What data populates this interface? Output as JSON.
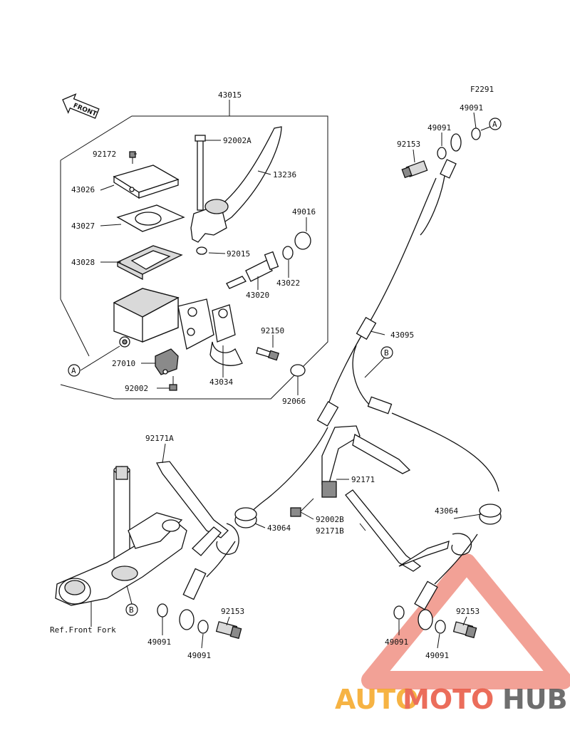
{
  "diagram": {
    "code": "F2291",
    "front_label": "FRONT",
    "callouts": {
      "c43015": "43015",
      "c92172": "92172",
      "c92002A": "92002A",
      "c13236": "13236",
      "c43026": "43026",
      "c43027": "43027",
      "c49016": "49016",
      "c43028": "43028",
      "c92015": "92015",
      "c43022": "43022",
      "c43020": "43020",
      "c92150": "92150",
      "c27010": "27010",
      "c43034": "43034",
      "c92002": "92002",
      "c92066": "92066",
      "c49091_tr": "49091",
      "c49091_t": "49091",
      "c92153_t": "92153",
      "c43095": "43095",
      "c92171A": "92171A",
      "c92171": "92171",
      "c43064_l": "43064",
      "c43064_r": "43064",
      "c92002B": "92002B",
      "c92171B": "92171B",
      "c92153_bl": "92153",
      "c49091_bl1": "49091",
      "c49091_bl2": "49091",
      "c92153_br": "92153",
      "c49091_br1": "49091",
      "c49091_br2": "49091",
      "ref_front_fork": "Ref.Front Fork"
    },
    "markers": {
      "a_left": "A",
      "a_right": "A",
      "b_top": "B",
      "b_bottom": "B"
    }
  },
  "watermark": {
    "text_part1": "AUTO",
    "text_part2": "MOTO",
    "text_part3": "HUB",
    "color_1": "#f5a623",
    "color_2": "#e8543f",
    "color_3": "#555555",
    "logo_color": "#e8543f"
  }
}
